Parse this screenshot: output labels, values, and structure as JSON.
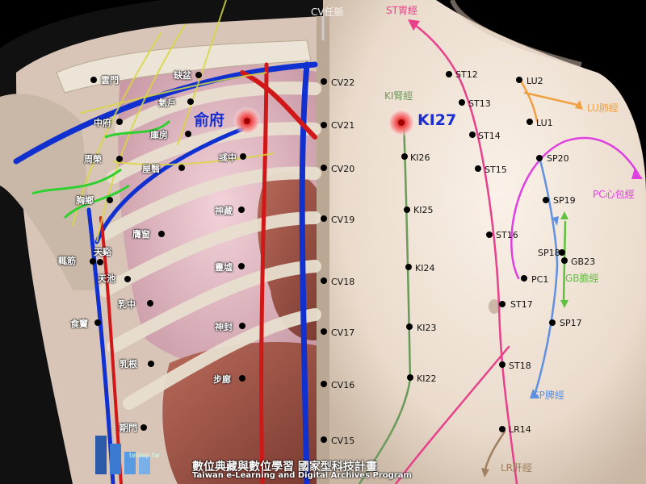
{
  "meridians": {
    "cv": "CV任脈",
    "st": "ST胃經",
    "ki": "KI腎經",
    "lu": "LU肺經",
    "pc": "PC心包經",
    "gb": "GB膽經",
    "sp": "SP脾經",
    "lr": "LR肝經"
  },
  "highlight": {
    "left_point": "俞府",
    "right_point": "KI27"
  },
  "left_points": [
    "缺盆",
    "雲門",
    "氣戶",
    "中府",
    "庫房",
    "彧中",
    "周榮",
    "屋翳",
    "胸鄉",
    "神藏",
    "膺窗",
    "天谿",
    "輒筋",
    "靈墟",
    "天池",
    "乳中",
    "食竇",
    "神封",
    "乳根",
    "步廊",
    "期門"
  ],
  "cv_points": [
    "CV22",
    "CV21",
    "CV20",
    "CV19",
    "CV18",
    "CV17",
    "CV16",
    "CV15"
  ],
  "ki_points": [
    "KI26",
    "KI25",
    "KI24",
    "KI23",
    "KI22"
  ],
  "st_points": [
    "ST12",
    "ST13",
    "ST14",
    "ST15",
    "ST16",
    "ST17",
    "ST18"
  ],
  "other_points": [
    "LU2",
    "LU1",
    "SP20",
    "SP19",
    "SP18",
    "GB23",
    "PC1",
    "SP17",
    "LR14"
  ],
  "footer": {
    "title": "數位典藏與數位學習 國家型科技計畫",
    "subtitle": "Taiwan e-Learning and Digital Archives Program",
    "url": "teldap.tw"
  },
  "colors": {
    "st": "#e8408a",
    "ki": "#6a9a5a",
    "lu": "#f0a040",
    "pc": "#e040e0",
    "gb": "#60c040",
    "sp": "#6090e0",
    "lr": "#a08060",
    "point_label": "#1a2fd0",
    "highlight": "#e02020"
  }
}
